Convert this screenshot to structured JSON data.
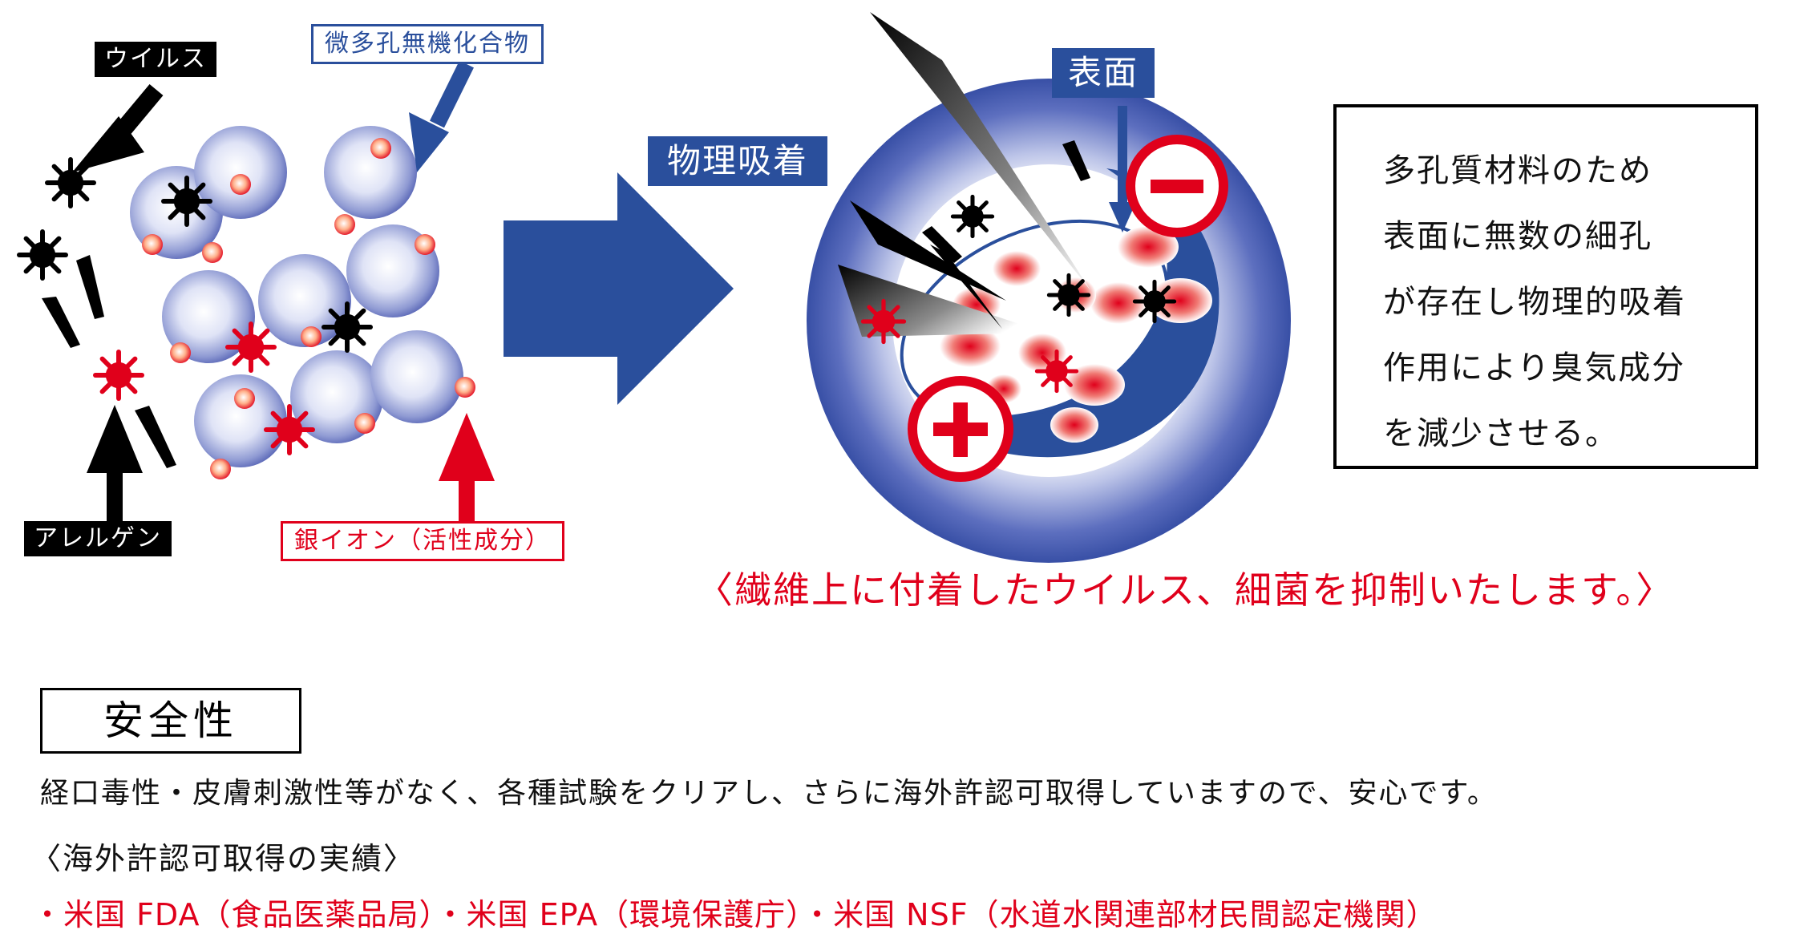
{
  "labels": {
    "virus": "ウイルス",
    "material": "微多孔無機化合物",
    "allergen": "アレルゲン",
    "silver_ion": "銀イオン（活性成分）",
    "adsorption": "物理吸着",
    "surface": "表面"
  },
  "explanation": [
    "多孔質材料のため",
    "表面に無数の細孔",
    "が存在し物理的吸着",
    "作用により臭気成分",
    "を減少させる。"
  ],
  "caption": "〈繊維上に付着したウイルス、細菌を抑制いたします。〉",
  "safety": {
    "title": "安全性",
    "description": "経口毒性・皮膚刺激性等がなく、各種試験をクリアし、さらに海外許認可取得していますので、安心です。",
    "record_title": "〈海外許認可取得の実績〉",
    "record_list": "・米国 FDA（食品医薬品局）・米国 EPA（環境保護庁）・米国 NSF（水道水関連部材民間認定機関）"
  },
  "colors": {
    "blue": "#2a4f9c",
    "red": "#e0001b",
    "black": "#000000"
  },
  "icons": [
    "virus-icon",
    "allergen-icon",
    "silver-ion-icon",
    "minus-icon",
    "plus-icon",
    "arrow-icon"
  ]
}
